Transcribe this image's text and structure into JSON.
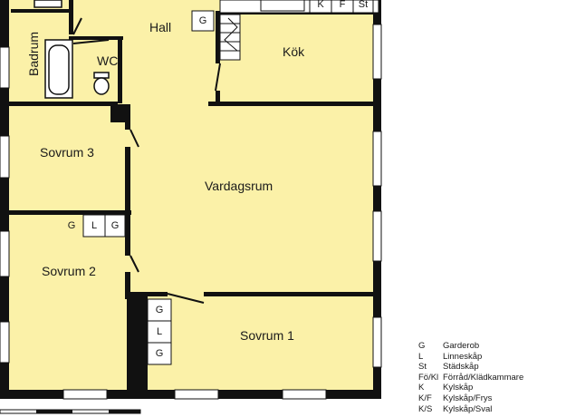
{
  "rooms": {
    "hall": "Hall",
    "kok": "Kök",
    "badrum": "Badrum",
    "wc": "WC",
    "vardagsrum": "Vardagsrum",
    "sovrum1": "Sovrum 1",
    "sovrum2": "Sovrum 2",
    "sovrum3": "Sovrum 3"
  },
  "fixtures": {
    "hall_g": "G",
    "kitchen_k": "K",
    "kitchen_f": "F",
    "kitchen_st": "St",
    "sov2_g_open": "G",
    "sov2_l": "L",
    "sov2_g": "G",
    "sov1_g_top": "G",
    "sov1_l": "L",
    "sov1_g_bottom": "G"
  },
  "legend": [
    {
      "code": "G",
      "desc": "Garderob"
    },
    {
      "code": "L",
      "desc": "Linneskåp"
    },
    {
      "code": "St",
      "desc": "Städskåp"
    },
    {
      "code": "Fö/Kl",
      "desc": "Förråd/Klädkammare"
    },
    {
      "code": "K",
      "desc": "Kylskåp"
    },
    {
      "code": "K/F",
      "desc": "Kylskåp/Frys"
    },
    {
      "code": "K/S",
      "desc": "Kylskåp/Sval"
    }
  ],
  "colors": {
    "floor": "#fbf1a8",
    "wall": "#111111",
    "window": "#ffffff"
  }
}
